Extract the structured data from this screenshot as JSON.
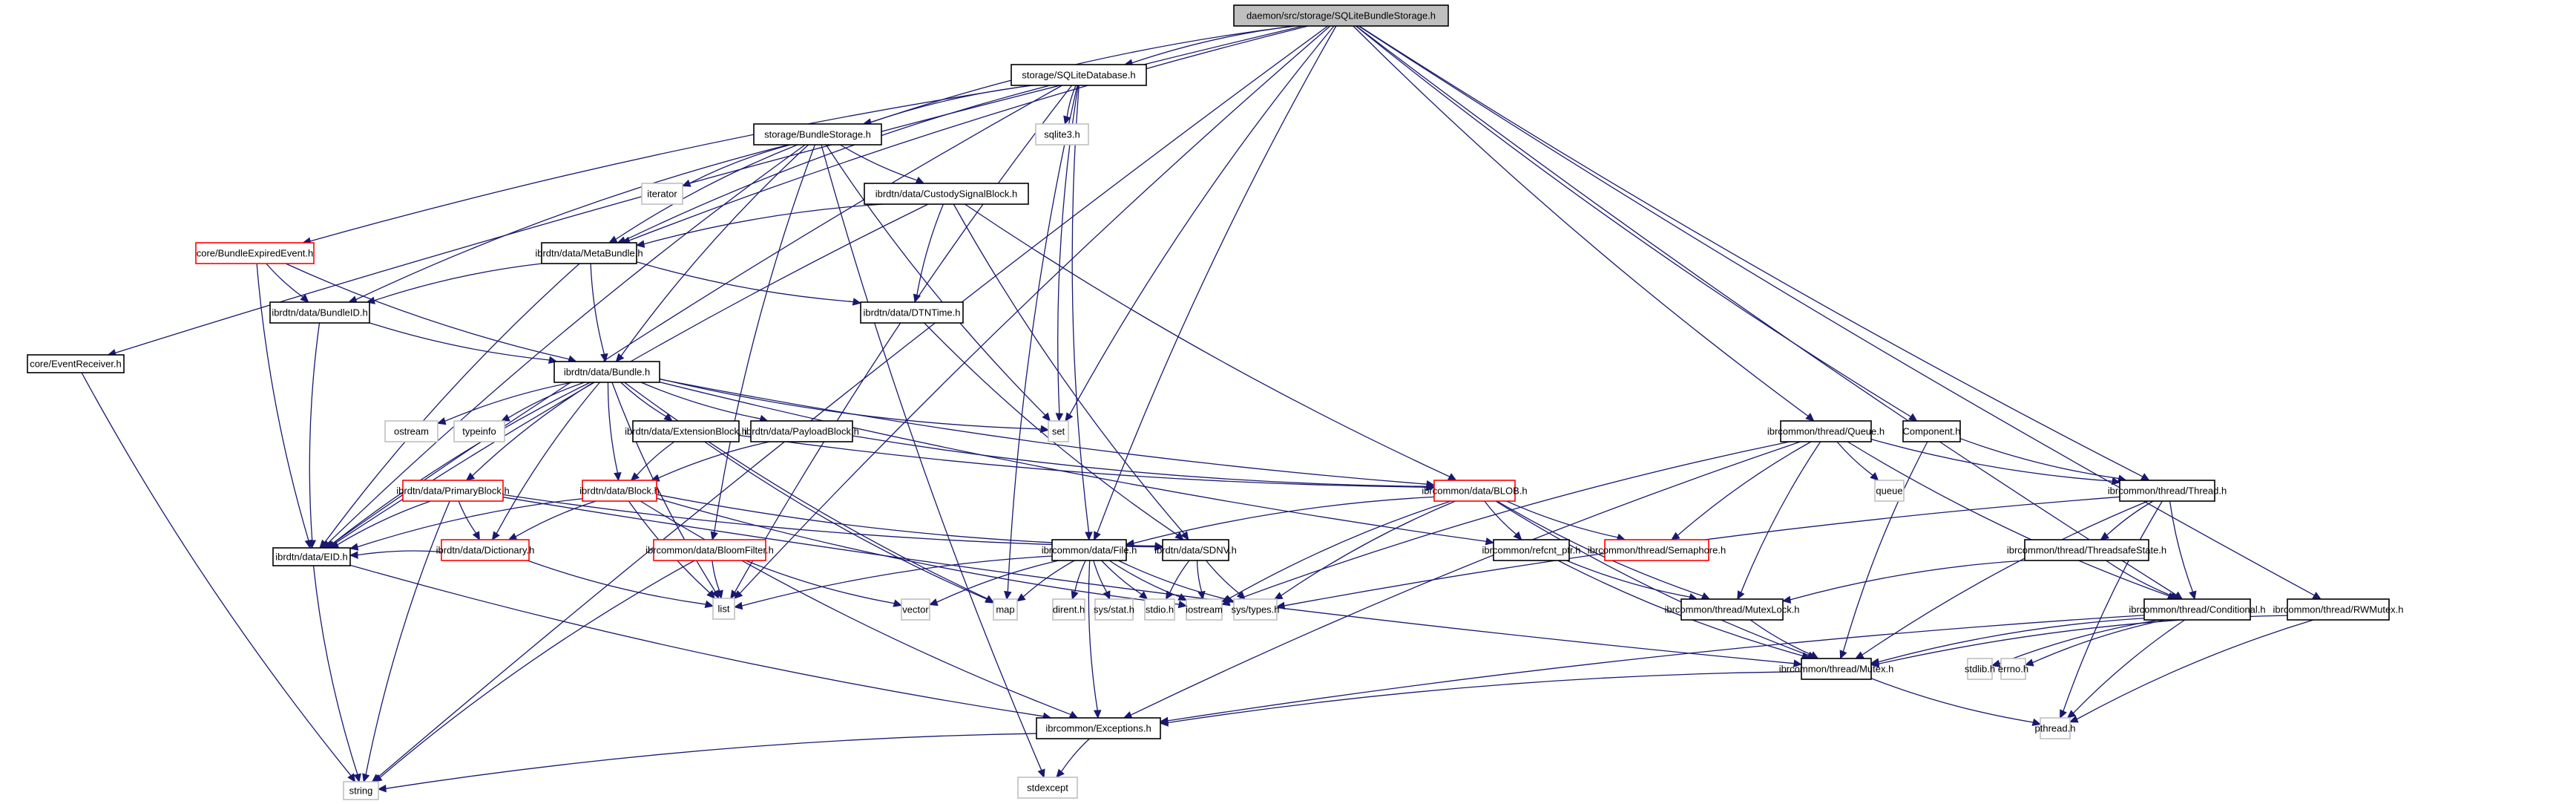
{
  "title": "daemon/src/storage/SQLiteBundleStorage.h",
  "colors": {
    "edge": "#191970",
    "root_fill": "#bfbfbf",
    "node_border": "#000000",
    "truncated_border": "#ff0000",
    "external_border": "#bfbfbf"
  },
  "legend_of_styles": {
    "root": "file being documented (gray fill)",
    "normal": "documented header (black border)",
    "trunc": "header with truncated include graph (red border)",
    "ext": "undocumented / system header (gray border)"
  },
  "nodes": [
    {
      "id": "root",
      "label": "daemon/src/storage/SQLiteBundleStorage.h",
      "style": "root"
    },
    {
      "id": "sqlitedb",
      "label": "storage/SQLiteDatabase.h",
      "style": "normal"
    },
    {
      "id": "sqlite3",
      "label": "sqlite3.h",
      "style": "ext"
    },
    {
      "id": "bstorage",
      "label": "storage/BundleStorage.h",
      "style": "normal"
    },
    {
      "id": "iterator",
      "label": "iterator",
      "style": "ext"
    },
    {
      "id": "custody",
      "label": "ibrdtn/data/CustodySignalBlock.h",
      "style": "normal"
    },
    {
      "id": "expired",
      "label": "core/BundleExpiredEvent.h",
      "style": "trunc"
    },
    {
      "id": "meta",
      "label": "ibrdtn/data/MetaBundle.h",
      "style": "normal"
    },
    {
      "id": "bundleid",
      "label": "ibrdtn/data/BundleID.h",
      "style": "normal"
    },
    {
      "id": "dtntime",
      "label": "ibrdtn/data/DTNTime.h",
      "style": "normal"
    },
    {
      "id": "evrecv",
      "label": "core/EventReceiver.h",
      "style": "normal"
    },
    {
      "id": "bundle",
      "label": "ibrdtn/data/Bundle.h",
      "style": "normal"
    },
    {
      "id": "ostream",
      "label": "ostream",
      "style": "ext"
    },
    {
      "id": "typeinfo",
      "label": "typeinfo",
      "style": "ext"
    },
    {
      "id": "set",
      "label": "set",
      "style": "ext"
    },
    {
      "id": "extblock",
      "label": "ibrdtn/data/ExtensionBlock.h",
      "style": "normal"
    },
    {
      "id": "payload",
      "label": "ibrdtn/data/PayloadBlock.h",
      "style": "normal"
    },
    {
      "id": "blob",
      "label": "ibrcommon/data/BLOB.h",
      "style": "trunc"
    },
    {
      "id": "queue_h",
      "label": "ibrcommon/thread/Queue.h",
      "style": "normal"
    },
    {
      "id": "component",
      "label": "Component.h",
      "style": "normal"
    },
    {
      "id": "primary",
      "label": "ibrdtn/data/PrimaryBlock.h",
      "style": "trunc"
    },
    {
      "id": "block",
      "label": "ibrdtn/data/Block.h",
      "style": "trunc"
    },
    {
      "id": "refcnt",
      "label": "ibrcommon/refcnt_ptr.h",
      "style": "normal"
    },
    {
      "id": "semaphore",
      "label": "ibrcommon/thread/Semaphore.h",
      "style": "trunc"
    },
    {
      "id": "queue",
      "label": "queue",
      "style": "ext"
    },
    {
      "id": "thread",
      "label": "ibrcommon/thread/Thread.h",
      "style": "normal"
    },
    {
      "id": "tsstate",
      "label": "ibrcommon/thread/ThreadsafeState.h",
      "style": "normal"
    },
    {
      "id": "dictionary",
      "label": "ibrdtn/data/Dictionary.h",
      "style": "trunc"
    },
    {
      "id": "bloom",
      "label": "ibrcommon/data/BloomFilter.h",
      "style": "trunc"
    },
    {
      "id": "file",
      "label": "ibrcommon/data/File.h",
      "style": "normal"
    },
    {
      "id": "sdnv",
      "label": "ibrdtn/data/SDNV.h",
      "style": "normal"
    },
    {
      "id": "eid",
      "label": "ibrdtn/data/EID.h",
      "style": "normal"
    },
    {
      "id": "list",
      "label": "list",
      "style": "ext"
    },
    {
      "id": "vector",
      "label": "vector",
      "style": "ext"
    },
    {
      "id": "map",
      "label": "map",
      "style": "ext"
    },
    {
      "id": "dirent",
      "label": "dirent.h",
      "style": "ext"
    },
    {
      "id": "sysstat",
      "label": "sys/stat.h",
      "style": "ext"
    },
    {
      "id": "stdio",
      "label": "stdio.h",
      "style": "ext"
    },
    {
      "id": "iostream",
      "label": "iostream",
      "style": "ext"
    },
    {
      "id": "systypes",
      "label": "sys/types.h",
      "style": "ext"
    },
    {
      "id": "mutexlock",
      "label": "ibrcommon/thread/MutexLock.h",
      "style": "normal"
    },
    {
      "id": "conditional",
      "label": "ibrcommon/thread/Conditional.h",
      "style": "normal"
    },
    {
      "id": "rwmutex",
      "label": "ibrcommon/thread/RWMutex.h",
      "style": "normal"
    },
    {
      "id": "mutex",
      "label": "ibrcommon/thread/Mutex.h",
      "style": "normal"
    },
    {
      "id": "stdlib",
      "label": "stdlib.h",
      "style": "ext"
    },
    {
      "id": "errno",
      "label": "errno.h",
      "style": "ext"
    },
    {
      "id": "exceptions",
      "label": "ibrcommon/Exceptions.h",
      "style": "normal"
    },
    {
      "id": "pthread",
      "label": "pthread.h",
      "style": "ext"
    },
    {
      "id": "stdexcept",
      "label": "stdexcept",
      "style": "ext"
    },
    {
      "id": "string",
      "label": "string",
      "style": "ext"
    }
  ],
  "edges": [
    [
      "root",
      "sqlitedb"
    ],
    [
      "root",
      "bstorage"
    ],
    [
      "root",
      "meta"
    ],
    [
      "root",
      "evrecv"
    ],
    [
      "root",
      "string"
    ],
    [
      "root",
      "set"
    ],
    [
      "root",
      "list"
    ],
    [
      "root",
      "file"
    ],
    [
      "root",
      "queue_h"
    ],
    [
      "root",
      "component"
    ],
    [
      "root",
      "thread"
    ],
    [
      "root",
      "conditional"
    ],
    [
      "root",
      "rwmutex"
    ],
    [
      "sqlitedb",
      "sqlite3"
    ],
    [
      "sqlitedb",
      "bstorage"
    ],
    [
      "sqlitedb",
      "expired"
    ],
    [
      "sqlitedb",
      "meta"
    ],
    [
      "sqlitedb",
      "eid"
    ],
    [
      "sqlitedb",
      "set"
    ],
    [
      "sqlitedb",
      "list"
    ],
    [
      "sqlitedb",
      "map"
    ],
    [
      "sqlitedb",
      "file"
    ],
    [
      "bstorage",
      "iterator"
    ],
    [
      "bstorage",
      "custody"
    ],
    [
      "bstorage",
      "meta"
    ],
    [
      "bstorage",
      "bundleid"
    ],
    [
      "bstorage",
      "bundle"
    ],
    [
      "bstorage",
      "eid"
    ],
    [
      "bstorage",
      "set"
    ],
    [
      "bstorage",
      "bloom"
    ],
    [
      "bstorage",
      "stdexcept"
    ],
    [
      "custody",
      "meta"
    ],
    [
      "custody",
      "dtntime"
    ],
    [
      "custody",
      "eid"
    ],
    [
      "custody",
      "sdnv"
    ],
    [
      "custody",
      "blob"
    ],
    [
      "expired",
      "bundleid"
    ],
    [
      "expired",
      "bundle"
    ],
    [
      "expired",
      "eid"
    ],
    [
      "meta",
      "bundleid"
    ],
    [
      "meta",
      "bundle"
    ],
    [
      "meta",
      "dtntime"
    ],
    [
      "meta",
      "eid"
    ],
    [
      "bundleid",
      "bundle"
    ],
    [
      "bundleid",
      "eid"
    ],
    [
      "dtntime",
      "sdnv"
    ],
    [
      "evrecv",
      "string"
    ],
    [
      "bundle",
      "ostream"
    ],
    [
      "bundle",
      "typeinfo"
    ],
    [
      "bundle",
      "set"
    ],
    [
      "bundle",
      "extblock"
    ],
    [
      "bundle",
      "payload"
    ],
    [
      "bundle",
      "primary"
    ],
    [
      "bundle",
      "block"
    ],
    [
      "bundle",
      "dictionary"
    ],
    [
      "bundle",
      "eid"
    ],
    [
      "bundle",
      "refcnt"
    ],
    [
      "bundle",
      "blob"
    ],
    [
      "bundle",
      "map"
    ],
    [
      "bundle",
      "list"
    ],
    [
      "extblock",
      "block"
    ],
    [
      "extblock",
      "blob"
    ],
    [
      "extblock",
      "map"
    ],
    [
      "payload",
      "block"
    ],
    [
      "payload",
      "blob"
    ],
    [
      "primary",
      "dictionary"
    ],
    [
      "primary",
      "eid"
    ],
    [
      "primary",
      "sdnv"
    ],
    [
      "primary",
      "string"
    ],
    [
      "primary",
      "mutex"
    ],
    [
      "block",
      "dictionary"
    ],
    [
      "block",
      "eid"
    ],
    [
      "block",
      "list"
    ],
    [
      "block",
      "sdnv"
    ],
    [
      "block",
      "exceptions"
    ],
    [
      "block",
      "iostream"
    ],
    [
      "dictionary",
      "eid"
    ],
    [
      "dictionary",
      "list"
    ],
    [
      "bloom",
      "list"
    ],
    [
      "bloom",
      "vector"
    ],
    [
      "bloom",
      "string"
    ],
    [
      "blob",
      "file"
    ],
    [
      "blob",
      "refcnt"
    ],
    [
      "blob",
      "semaphore"
    ],
    [
      "blob",
      "mutexlock"
    ],
    [
      "blob",
      "systypes"
    ],
    [
      "blob",
      "iostream"
    ],
    [
      "blob",
      "mutex"
    ],
    [
      "file",
      "list"
    ],
    [
      "file",
      "vector"
    ],
    [
      "file",
      "map"
    ],
    [
      "file",
      "dirent"
    ],
    [
      "file",
      "sysstat"
    ],
    [
      "file",
      "stdio"
    ],
    [
      "file",
      "iostream"
    ],
    [
      "file",
      "systypes"
    ],
    [
      "file",
      "exceptions"
    ],
    [
      "sdnv",
      "stdio"
    ],
    [
      "sdnv",
      "iostream"
    ],
    [
      "sdnv",
      "systypes"
    ],
    [
      "eid",
      "string"
    ],
    [
      "eid",
      "exceptions"
    ],
    [
      "refcnt",
      "mutexlock"
    ],
    [
      "refcnt",
      "mutex"
    ],
    [
      "queue_h",
      "queue"
    ],
    [
      "queue_h",
      "semaphore"
    ],
    [
      "queue_h",
      "mutexlock"
    ],
    [
      "queue_h",
      "iostream"
    ],
    [
      "queue_h",
      "exceptions"
    ],
    [
      "queue_h",
      "thread"
    ],
    [
      "queue_h",
      "conditional"
    ],
    [
      "component",
      "thread"
    ],
    [
      "component",
      "mutex"
    ],
    [
      "thread",
      "tsstate"
    ],
    [
      "thread",
      "conditional"
    ],
    [
      "thread",
      "mutex"
    ],
    [
      "thread",
      "systypes"
    ],
    [
      "thread",
      "pthread"
    ],
    [
      "tsstate",
      "conditional"
    ],
    [
      "tsstate",
      "mutexlock"
    ],
    [
      "mutexlock",
      "mutex"
    ],
    [
      "conditional",
      "mutex"
    ],
    [
      "conditional",
      "stdlib"
    ],
    [
      "conditional",
      "errno"
    ],
    [
      "conditional",
      "pthread"
    ],
    [
      "conditional",
      "exceptions"
    ],
    [
      "rwmutex",
      "mutex"
    ],
    [
      "rwmutex",
      "pthread"
    ],
    [
      "mutex",
      "exceptions"
    ],
    [
      "mutex",
      "pthread"
    ],
    [
      "exceptions",
      "stdexcept"
    ],
    [
      "exceptions",
      "string"
    ]
  ]
}
